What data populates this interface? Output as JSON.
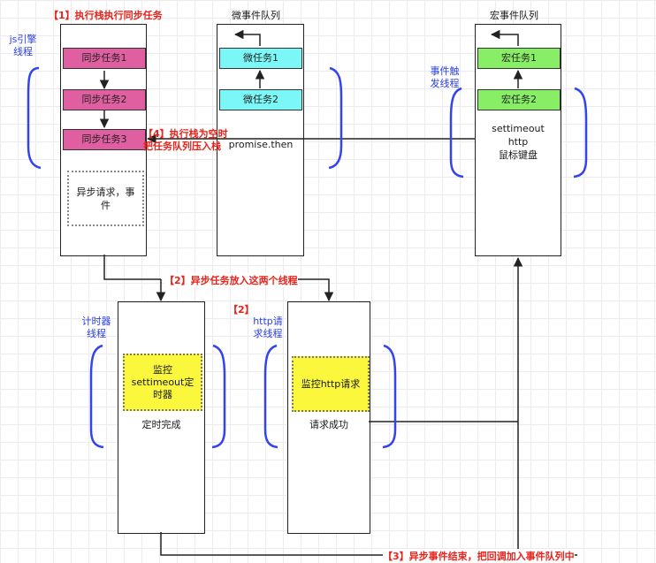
{
  "labels": {
    "step1": "【1】执行栈执行同步任务",
    "micro_title": "微事件队列",
    "macro_title": "宏事件队列",
    "js_engine": "js引擎\n线程",
    "event_thread": "事件触\n发线程",
    "step4_line1": "【4】执行栈为空时",
    "step4_line2": "把任务队列压入栈",
    "step2_async": "【2】异步任务放入这两个线程",
    "step2_tag": "【2】",
    "timer_thread": "计时器\n线程",
    "http_thread": "http请\n求线程",
    "step3": "【3】异步事件结束，把回调加入事件队列中"
  },
  "stack": {
    "sync_tasks": [
      "同步任务1",
      "同步任务2",
      "同步任务3"
    ],
    "async_box": "异步请求，事\n件"
  },
  "micro_queue": {
    "tasks": [
      "微任务1",
      "微任务2"
    ],
    "source": "promise.then"
  },
  "macro_queue": {
    "tasks": [
      "宏任务1",
      "宏任务2"
    ],
    "sources": "settimeout\nhttp\n鼠标键盘"
  },
  "timer": {
    "monitor": "监控\nsettimeout定\n时器",
    "done": "定时完成"
  },
  "http": {
    "monitor": "监控http请求",
    "done": "请求成功"
  },
  "colors": {
    "sync": "#e05fa0",
    "micro": "#7cf7f7",
    "macro": "#88ee66",
    "monitor": "#fbf73d",
    "annotation_red": "#e8231b",
    "annotation_blue": "#2b3ee8"
  }
}
